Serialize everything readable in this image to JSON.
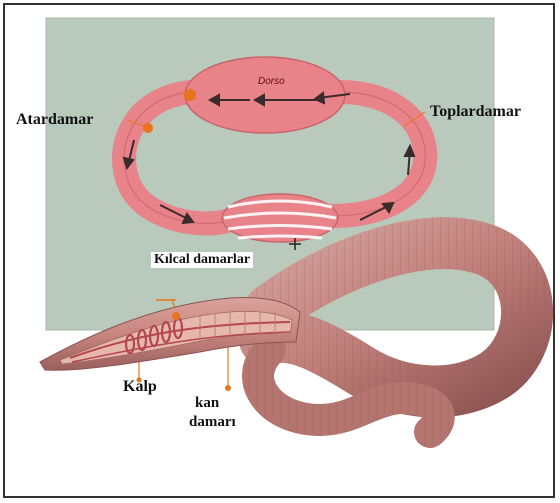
{
  "labels": {
    "dorsal_vessel": "Dorso",
    "artery": "Atardamar",
    "vein": "Toplardamar",
    "capillaries": "Kılcal damarlar",
    "heart": "Kalp",
    "blood_vessel_line1": "kan",
    "blood_vessel_line2": "damarı"
  },
  "colors": {
    "panel": "#b9c9bc",
    "vessel": "#e9838a",
    "arrow": "#3a2a2a",
    "leader": "#e8741e",
    "worm": "#c98a86"
  }
}
